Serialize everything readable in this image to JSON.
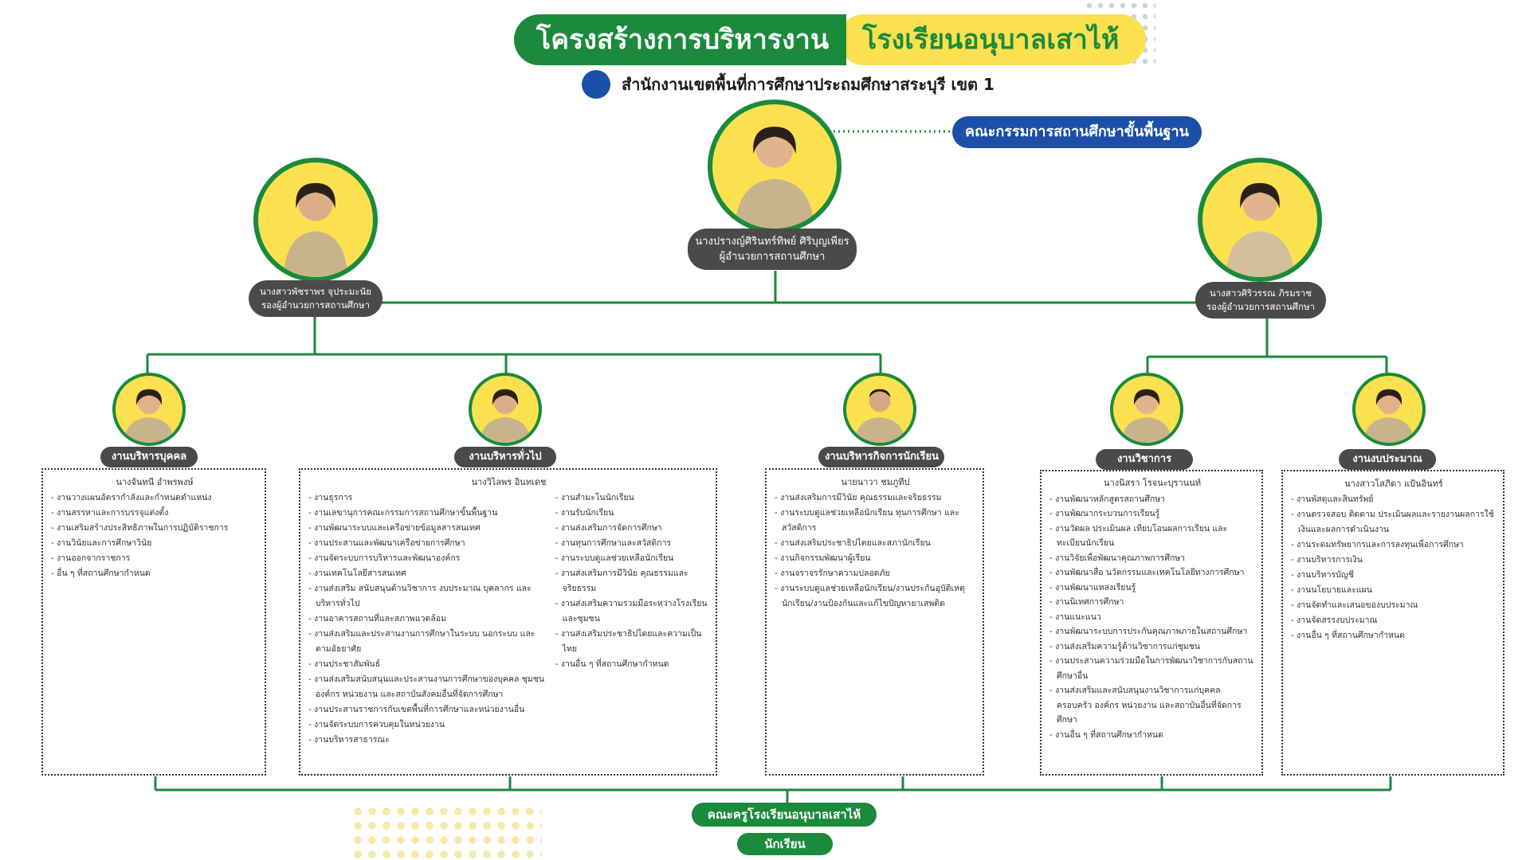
{
  "title": {
    "part1": "โครงสร้างการบริหารงาน",
    "part2": "โรงเรียนอนุบาลเสาไห้",
    "subtitle": "สำนักงานเขตพื้นที่การศึกษาประถมศึกษาสระบุรี เขต 1"
  },
  "board": "คณะกรรมการสถานศึกษาขั้นพื้นฐาน",
  "director": {
    "name": "นางปรางญ์ศิรินทร์ทิพย์ ศิริบุญเพียร",
    "role": "ผู้อำนวยการสถานศึกษา"
  },
  "deputies": [
    {
      "name": "นางสาวพัชราพร จุประมะนัย",
      "role": "รองผู้อำนวยการสถานศึกษา"
    },
    {
      "name": "นางสาวศิริวรรณ ภิรมราช",
      "role": "รองผู้อำนวยการสถานศึกษา"
    }
  ],
  "departments": [
    {
      "label": "งานบริหารบุคคล",
      "head": "นางจันทนี อำพรพงษ์",
      "items": [
        "งานวางแผนอัตรากำลังและกำหนดตำแหน่ง",
        "งานสรรหาและการบรรจุแต่งตั้ง",
        "งานเสริมสร้างประสิทธิภาพในการปฏิบัติราชการ",
        "งานวินัยและการศึกษาวินัย",
        "งานออกจากราชการ",
        "อื่น ๆ ที่สถานศึกษากำหนด"
      ]
    },
    {
      "label": "งานบริหารทั่วไป",
      "head": "นางวิไลพร อินทเดช",
      "items": [
        "งานธุรการ",
        "งานเลขานุการคณะกรรมการสถานศึกษาขั้นพื้นฐาน",
        "งานพัฒนาระบบและเครือข่ายข้อมูลสารสนเทศ",
        "งานประสานและพัฒนาเครือข่ายการศึกษา",
        "งานจัดระบบการบริหารและพัฒนาองค์กร",
        "งานเทคโนโลยีสารสนเทศ",
        "งานส่งเสริม สนับสนุนด้านวิชาการ งบประมาณ บุคลากร และบริหารทั่วไป",
        "งานอาคารสถานที่และสภาพแวดล้อม",
        "งานส่งเสริมและประสานงานการศึกษาในระบบ นอกระบบ และตามอัธยาศัย",
        "งานประชาสัมพันธ์",
        "งานส่งเสริมสนับสนุนและประสานงานการศึกษาของบุคคล ชุมชน องค์กร หน่วยงาน และสถาบันสังคมอื่นที่จัดการศึกษา",
        "งานประสานราชการกับเขตพื้นที่การศึกษาและหน่วยงานอื่น",
        "งานจัดระบบการควบคุมในหน่วยงาน",
        "งานบริหารสาธารณะ"
      ],
      "items2": [
        "งานสำมะโนนักเรียน",
        "งานรับนักเรียน",
        "งานส่งเสริมการจัดการศึกษา",
        "งานทุนการศึกษาและสวัสดิการ",
        "งานระบบดูแลช่วยเหลือนักเรียน",
        "งานส่งเสริมการมีวินัย คุณธรรมและจริยธรรม",
        "งานส่งเสริมความร่วมมือระหว่างโรงเรียนและชุมชน",
        "งานส่งเสริมประชาธิปไตยและความเป็นไทย",
        "งานอื่น ๆ ที่สถานศึกษากำหนด"
      ]
    },
    {
      "label": "งานบริหารกิจการนักเรียน",
      "head": "นายนาวา ชมภูทีป",
      "items": [
        "งานส่งเสริมการมีวินัย คุณธรรมและจริยธรรม",
        "งานระบบดูแลช่วยเหลือนักเรียน ทุนการศึกษา และสวัสดิการ",
        "งานส่งเสริมประชาธิปไตยและสภานักเรียน",
        "งานกิจกรรมพัฒนาผู้เรียน",
        "งานจราจรรักษาความปลอดภัย",
        "งานระบบดูแลช่วยเหลือนักเรียน/งานประกันอุบัติเหตุนักเรียน/งานป้องกันและแก้ไขปัญหายาเสพติด"
      ]
    },
    {
      "label": "งานวิชาการ",
      "head": "นางนิสรา โรจนะบุรานนท์",
      "items": [
        "งานพัฒนาหลักสูตรสถานศึกษา",
        "งานพัฒนากระบวนการเรียนรู้",
        "งานวัดผล ประเมินผล เทียบโอนผลการเรียน และทะเบียนนักเรียน",
        "งานวิจัยเพื่อพัฒนาคุณภาพการศึกษา",
        "งานพัฒนาสื่อ นวัตกรรมและเทคโนโลยีทางการศึกษา",
        "งานพัฒนาแหล่งเรียนรู้",
        "งานนิเทศการศึกษา",
        "งานแนะแนว",
        "งานพัฒนาระบบการประกันคุณภาพภายในสถานศึกษา",
        "งานส่งเสริมความรู้ด้านวิชาการแก่ชุมชน",
        "งานประสานความร่วมมือในการพัฒนาวิชาการกับสถานศึกษาอื่น",
        "งานส่งเสริมและสนับสนุนงานวิชาการแก่บุคคล ครอบครัว องค์กร หน่วยงาน และสถาบันอื่นที่จัดการศึกษา",
        "งานอื่น ๆ ที่สถานศึกษากำหนด"
      ]
    },
    {
      "label": "งานงบประมาณ",
      "head": "นางสาวโสภิดา แป้นอินทร์",
      "items": [
        "งานพัสดุและสินทรัพย์",
        "งานตรวจสอบ ติดตาม ประเมินผลและรายงานผลการใช้เงินและผลการดำเนินงาน",
        "งานระดมทรัพยากรและการลงทุนเพื่อการศึกษา",
        "งานบริหารการเงิน",
        "งานบริหารบัญชี",
        "งานนโยบายและแผน",
        "งานจัดทำและเสนอของบประมาณ",
        "งานจัดสรรงบประมาณ",
        "งานอื่น ๆ ที่สถานศึกษากำหนด"
      ]
    }
  ],
  "bottom": {
    "teachers": "คณะครูโรงเรียนอนุบาลเสาไห้",
    "students": "นักเรียน"
  },
  "colors": {
    "green": "#1b8a3c",
    "yellow": "#fbe14f",
    "blue": "#1c4fa8",
    "pill": "#4a4a4a"
  }
}
